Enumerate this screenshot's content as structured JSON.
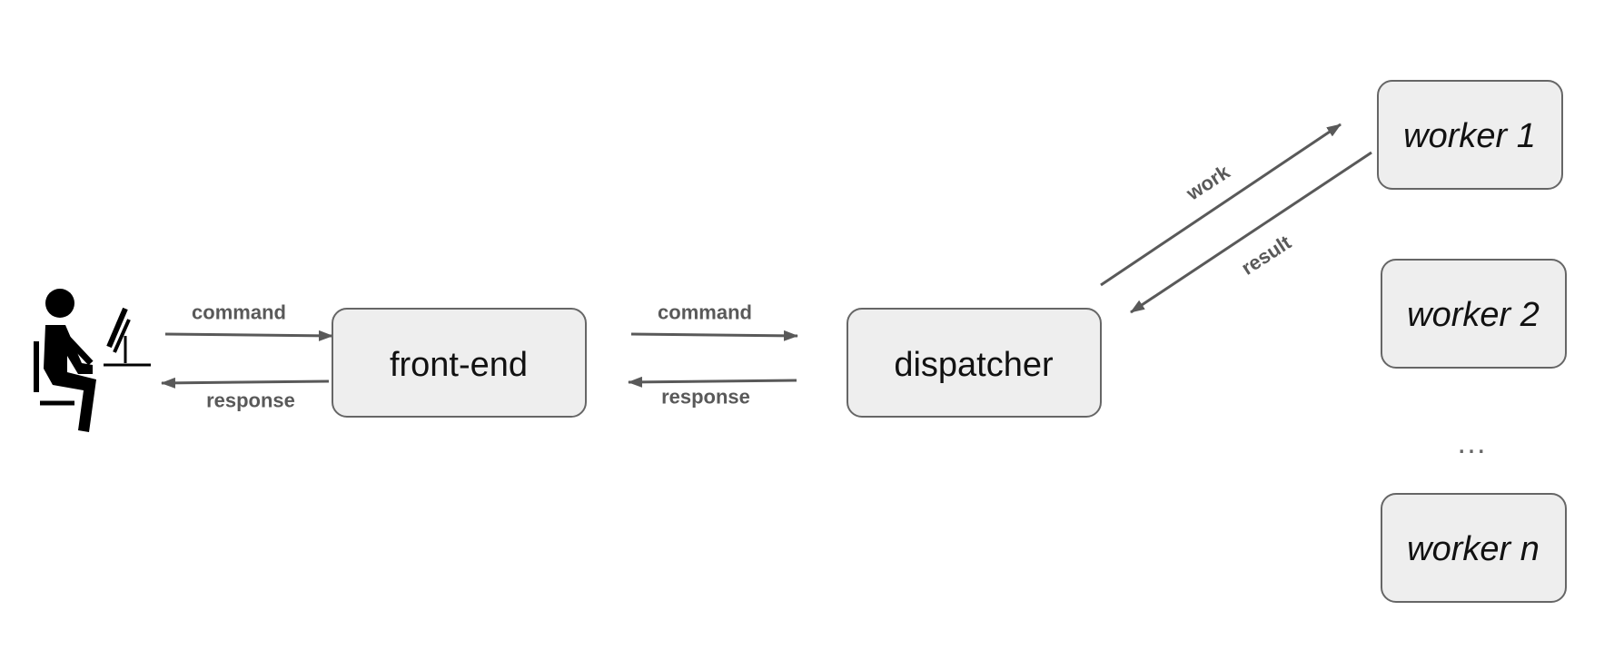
{
  "nodes": {
    "frontend": "front-end",
    "dispatcher": "dispatcher",
    "worker1": "worker 1",
    "worker2": "worker 2",
    "workern": "worker n"
  },
  "ellipsis": "…",
  "edges": {
    "user_to_frontend": "command",
    "frontend_to_user": "response",
    "frontend_to_dispatcher": "command",
    "dispatcher_to_frontend": "response",
    "dispatcher_to_worker": "work",
    "worker_to_dispatcher": "result"
  },
  "icons": {
    "user": "person-at-computer-icon"
  },
  "colors": {
    "node_fill": "#eeeeee",
    "node_stroke": "#666666",
    "arrow": "#595959",
    "label": "#595959"
  }
}
